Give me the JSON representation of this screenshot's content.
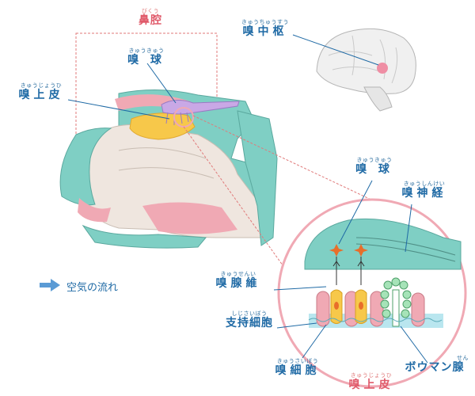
{
  "labels": {
    "nasal_cavity": {
      "ruby": "びくう",
      "text": "鼻腔"
    },
    "olfactory_center": {
      "ruby": "きゅうちゅうすう",
      "text": "嗅中枢"
    },
    "olfactory_bulb_top": {
      "ruby": "きゅうきゅう",
      "text": "嗅 球"
    },
    "olfactory_epithelium_top": {
      "ruby": "きゅうじょうひ",
      "text": "嗅上皮"
    },
    "olfactory_bulb_detail": {
      "ruby": "きゅうきゅう",
      "text": "嗅 球"
    },
    "olfactory_nerve": {
      "ruby": "きゅうしんけい",
      "text": "嗅神経"
    },
    "olfactory_fila": {
      "ruby": "きゅうせんい",
      "text": "嗅腺維"
    },
    "supporting_cell": {
      "ruby": "しじさいぼう",
      "text": "支持細胞"
    },
    "olfactory_cell": {
      "ruby": "きゅうさいぼう",
      "text": "嗅細胞"
    },
    "bowman_gland": {
      "ruby": "せん",
      "text": "ボウマン腺"
    },
    "olfactory_epithelium_bottom": {
      "ruby": "きゅうじょうひ",
      "text": "嗅上皮"
    }
  },
  "legend": {
    "text": "空気の流れ"
  },
  "colors": {
    "label_blue": "#1f6aa5",
    "label_red": "#e05a6a",
    "teal": "#7fcfc4",
    "pink": "#f0a9b4",
    "bulb_purple": "#c9a8e6",
    "epithelium_yellow": "#f7c84a",
    "bone_beige": "#efe6df"
  }
}
